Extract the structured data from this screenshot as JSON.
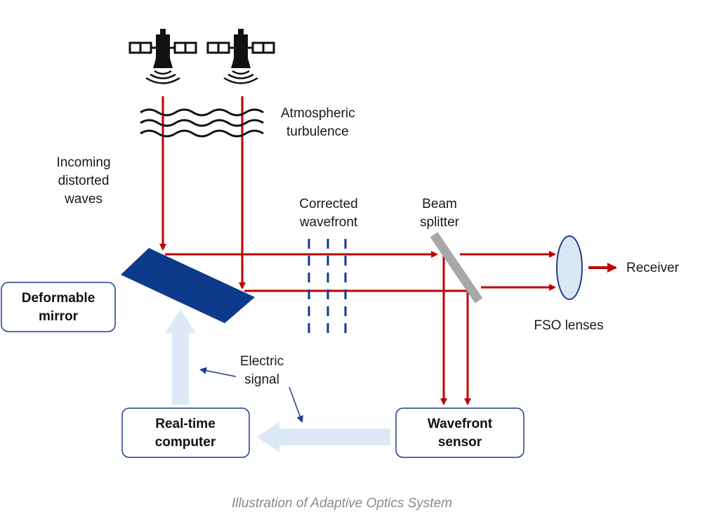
{
  "colors": {
    "beam": "#c00000",
    "mirror": "#0d3a8a",
    "signal_arrow": "#dde9f6",
    "box_border": "#1f3f8a",
    "annotation_arrow": "#1f3f8a",
    "splitter": "#a8a8a8",
    "lens_fill": "#dbe7f5",
    "caption": "#8a8a8a"
  },
  "icons": [
    "satellite-icon",
    "satellite-icon"
  ],
  "labels": {
    "atmospheric": [
      "Atmospheric",
      "turbulence"
    ],
    "incoming": [
      "Incoming",
      "distorted",
      "waves"
    ],
    "corrected": [
      "Corrected",
      "wavefront"
    ],
    "beam_splitter": [
      "Beam",
      "splitter"
    ],
    "receiver": "Receiver",
    "fso_lenses": "FSO lenses",
    "electric_signal": [
      "Electric",
      "signal"
    ]
  },
  "boxes": {
    "deformable_mirror": [
      "Deformable",
      "mirror"
    ],
    "real_time_computer": [
      "Real-time",
      "computer"
    ],
    "wavefront_sensor": [
      "Wavefront",
      "sensor"
    ]
  },
  "caption": "Illustration of Adaptive Optics System"
}
